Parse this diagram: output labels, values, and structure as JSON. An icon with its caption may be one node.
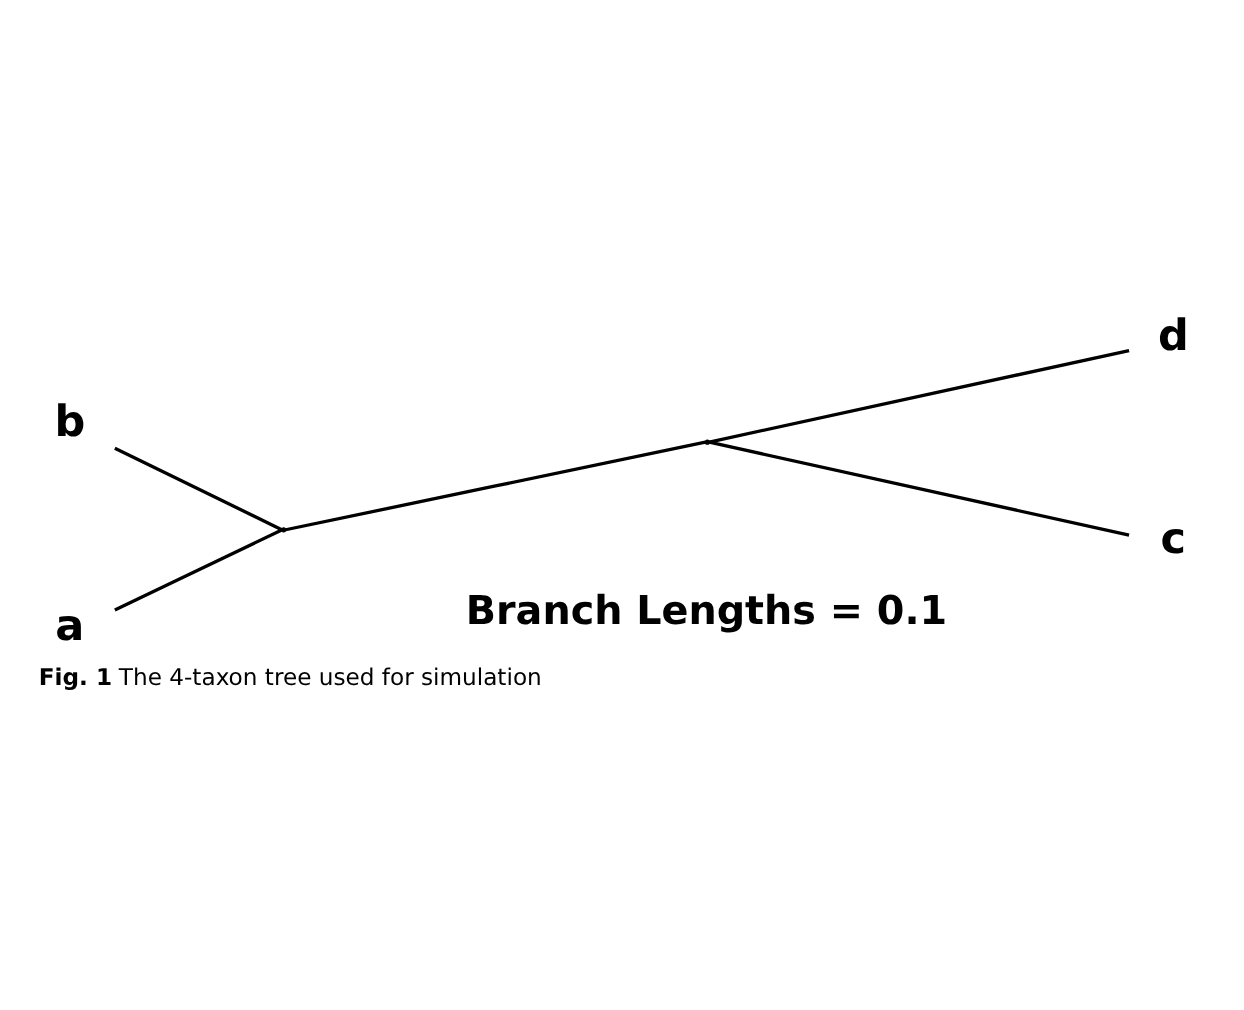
{
  "diagram": {
    "caption": "**Fig. 1** The 4-taxon tree used for simulation",
    "nodes": [
      {
        "text": [
          "b"
        ]
      },
      {
        "text": [
          "d"
        ]
      },
      {
        "text": [],
        "shape": "point"
      },
      {
        "text": [],
        "shape": "point"
      },
      {
        "text": [
          "a"
        ]
      },
      {
        "text": [
          "c"
        ]
      }
    ],
    "edges": [
      {
        "from": 0,
        "to": 2,
        "arrow": "none"
      },
      {
        "from": 2,
        "to": 3,
        "arrow": "none"
      },
      {
        "from": 3,
        "to": 1,
        "arrow": "none"
      },
      {
        "from": 4,
        "to": 2,
        "arrow": "none"
      },
      {
        "from": 3,
        "to": 5,
        "arrow": "none"
      }
    ],
    "labels": [
      "Branch Lengths = 0.1"
    ]
  }
}
